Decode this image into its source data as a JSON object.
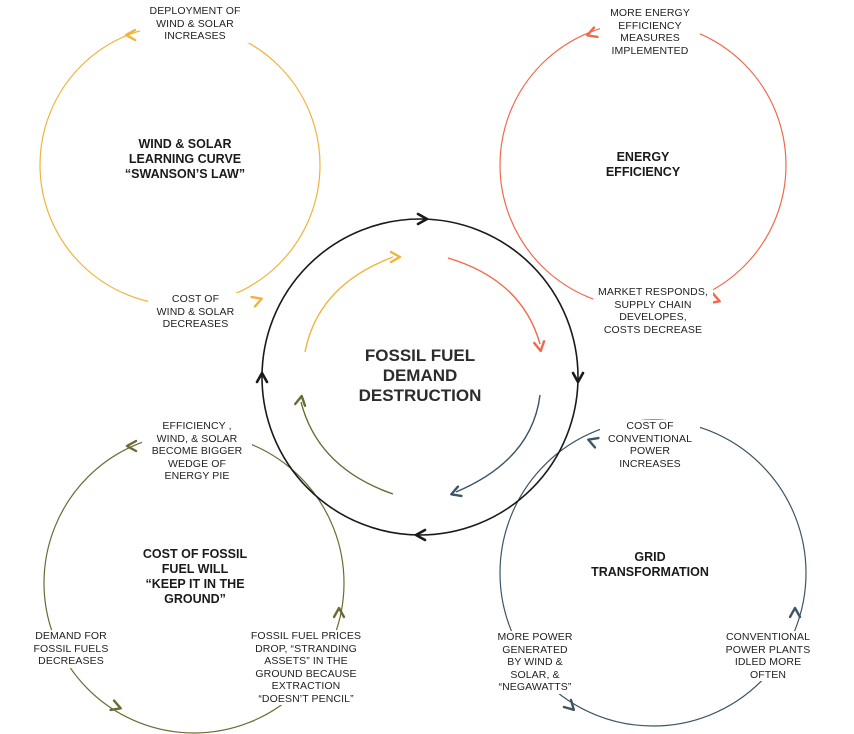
{
  "center": {
    "title": "FOSSIL FUEL\nDEMAND\nDESTRUCTION"
  },
  "loops": {
    "wind_solar": {
      "title": "WIND & SOLAR\nLEARNING CURVE\n“SWANSON’S LAW”",
      "top_label": "DEPLOYMENT OF\nWIND & SOLAR\nINCREASES",
      "bottom_label": "COST OF\nWIND & SOLAR\nDECREASES",
      "color": "#f0b43c"
    },
    "efficiency": {
      "title": "ENERGY\nEFFICIENCY",
      "top_label": "MORE ENERGY\nEFFICIENCY\nMEASURES\nIMPLEMENTED",
      "bottom_label": "MARKET RESPONDS,\nSUPPLY CHAIN\nDEVELOPES,\nCOSTS DECREASE",
      "color": "#ef6a4c"
    },
    "fossil_cost": {
      "title": "COST OF FOSSIL\nFUEL WILL\n“KEEP IT IN THE\nGROUND”",
      "top_label": "EFFICIENCY ,\nWIND, & SOLAR\nBECOME BIGGER\nWEDGE OF\nENERGY PIE",
      "left_label": "DEMAND FOR\nFOSSIL FUELS\nDECREASES",
      "right_label": "FOSSIL FUEL PRICES\nDROP, “STRANDING\nASSETS” IN THE\nGROUND BECAUSE\nEXTRACTION\n“DOESN’T PENCIL”",
      "color": "#6b6a35"
    },
    "grid": {
      "title": "GRID\nTRANSFORMATION",
      "top_label": "COST OF\nCONVENTIONAL\nPOWER\nINCREASES",
      "left_label": "MORE POWER\nGENERATED\nBY WIND &\nSOLAR, &\n“NEGAWATTS”",
      "right_label": "CONVENTIONAL\nPOWER PLANTS\nIDLED MORE\nOFTEN",
      "color": "#3d5566"
    }
  },
  "center_ring_color": "#1a1a1a"
}
